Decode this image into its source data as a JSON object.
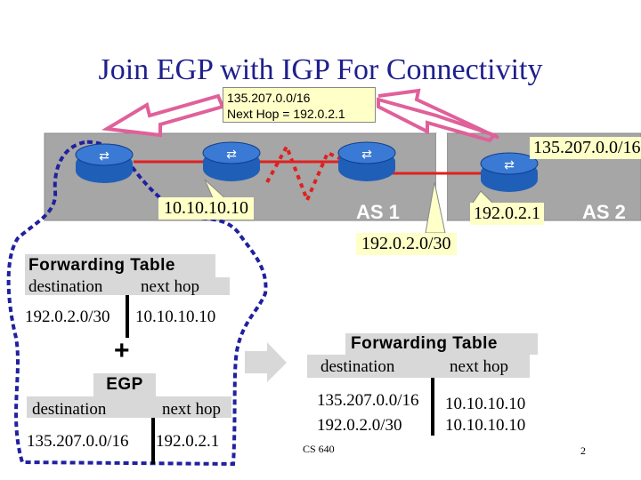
{
  "title": "Join EGP with IGP For Connectivity",
  "callout": {
    "prefix": "135.207.0.0/16",
    "next_hop": "Next Hop = 192.0.2.1"
  },
  "network": {
    "as1_label": "AS 1",
    "as2_label": "AS 2",
    "remote_prefix": "135.207.0.0/16",
    "router_ip_as1": "10.10.10.10",
    "router_ip_as2": "192.0.2.1",
    "link_prefix": "192.0.2.0/30"
  },
  "igp_table": {
    "title": "Forwarding Table",
    "col_destination": "destination",
    "col_next_hop": "next hop",
    "rows": [
      {
        "destination": "192.0.2.0/30",
        "next_hop": "10.10.10.10"
      }
    ]
  },
  "plus_sign": "+",
  "egp_table": {
    "title": "EGP",
    "col_destination": "destination",
    "col_next_hop": "next hop",
    "rows": [
      {
        "destination": "135.207.0.0/16",
        "next_hop": "192.0.2.1"
      }
    ]
  },
  "result_table": {
    "title": "Forwarding Table",
    "col_destination": "destination",
    "col_next_hop": "next hop",
    "rows": [
      {
        "destination": "135.207.0.0/16",
        "next_hop": "10.10.10.10"
      },
      {
        "destination": "192.0.2.0/30",
        "next_hop": "10.10.10.10"
      }
    ]
  },
  "footer": {
    "course": "CS 640",
    "page": "2"
  },
  "colors": {
    "title": "#1f1f8f",
    "as_region": "#a6a6a6",
    "router": "#1f5fb8",
    "dotted_boundary": "#2020a0",
    "pink_arrow": "#e0609a",
    "red_link": "#e02020",
    "callout_bg": "#ffffc8"
  }
}
